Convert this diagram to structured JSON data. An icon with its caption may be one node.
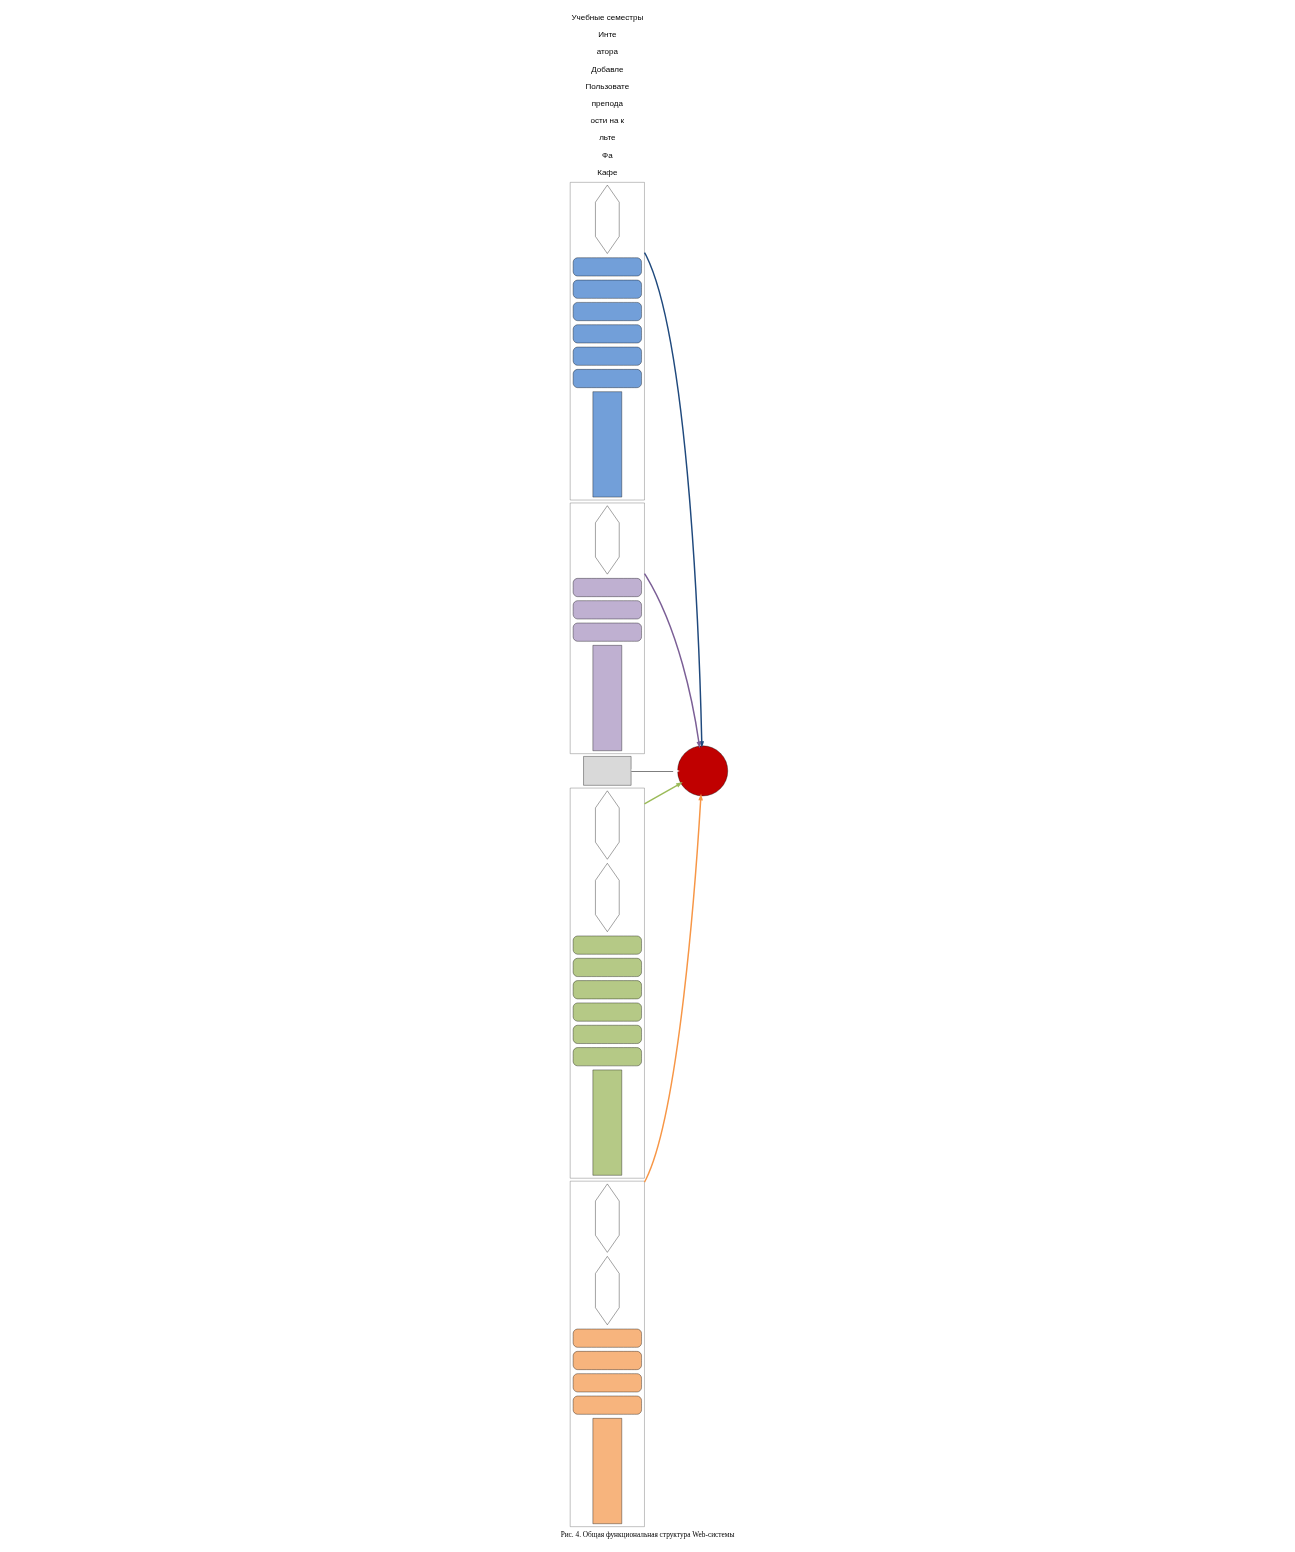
{
  "diagram": {
    "caption": "Рис. 4. Общая функциональная структура Web-системы",
    "nodes": [
      {
        "text": [],
        "shape": "box"
      },
      {
        "text": [],
        "shape": "hexagon",
        "in": 0
      },
      {
        "text": [],
        "shape": "pill",
        "in": 0
      },
      {
        "text": [],
        "shape": "pill",
        "in": 0
      },
      {
        "text": [],
        "shape": "pill",
        "in": 0
      },
      {
        "text": [],
        "shape": "pill",
        "in": 0
      },
      {
        "text": [],
        "shape": "pill",
        "in": 0
      },
      {
        "text": [],
        "shape": "pill",
        "in": 0
      },
      {
        "text": [],
        "shape": "box",
        "in": 0
      },
      {
        "text": [],
        "shape": "box"
      },
      {
        "text": [],
        "shape": "hexagon",
        "in": 9
      },
      {
        "text": [],
        "shape": "pill",
        "in": 9
      },
      {
        "text": [],
        "shape": "pill",
        "in": 9
      },
      {
        "text": [],
        "shape": "pill",
        "in": 9
      },
      {
        "text": [],
        "shape": "box",
        "in": 9
      },
      {
        "text": [],
        "shape": "circle"
      },
      {
        "text": [],
        "shape": "box"
      },
      {
        "text": [],
        "shape": "box"
      },
      {
        "text": [],
        "shape": "hexagon",
        "in": 17
      },
      {
        "text": [],
        "shape": "hexagon",
        "in": 17
      },
      {
        "text": [],
        "shape": "pill",
        "in": 17
      },
      {
        "text": [],
        "shape": "pill",
        "in": 17
      },
      {
        "text": [],
        "shape": "pill",
        "in": 17
      },
      {
        "text": [],
        "shape": "pill",
        "in": 17
      },
      {
        "text": [],
        "shape": "pill",
        "in": 17
      },
      {
        "text": [],
        "shape": "pill",
        "in": 17
      },
      {
        "text": [],
        "shape": "box",
        "in": 17
      },
      {
        "text": [],
        "shape": "box"
      },
      {
        "text": [],
        "shape": "hexagon",
        "in": 27
      },
      {
        "text": [],
        "shape": "hexagon",
        "in": 27
      },
      {
        "text": [],
        "shape": "pill",
        "in": 27
      },
      {
        "text": [],
        "shape": "pill",
        "in": 27
      },
      {
        "text": [],
        "shape": "pill",
        "in": 27
      },
      {
        "text": [],
        "shape": "pill",
        "in": 27
      },
      {
        "text": [],
        "shape": "box",
        "in": 27
      }
    ],
    "edges": [
      {
        "from": 0,
        "to": 15,
        "arrow": "to",
        "color": "#1f497d"
      },
      {
        "from": 9,
        "to": 15,
        "arrow": "to",
        "color": "#7b5f96"
      },
      {
        "from": 16,
        "to": 15,
        "arrow": "to",
        "color": "#ffffff"
      },
      {
        "from": 17,
        "to": 15,
        "arrow": "to",
        "color": "#9bbb59"
      },
      {
        "from": 27,
        "to": 15,
        "arrow": "to",
        "color": "#f79646"
      }
    ],
    "labels": [
      "Кафе",
      "Фа",
      "льте",
      "ости на к",
      "препода",
      "Пользовате",
      "Добавле",
      "атора",
      "Инте",
      "Учебные семестры"
    ]
  }
}
